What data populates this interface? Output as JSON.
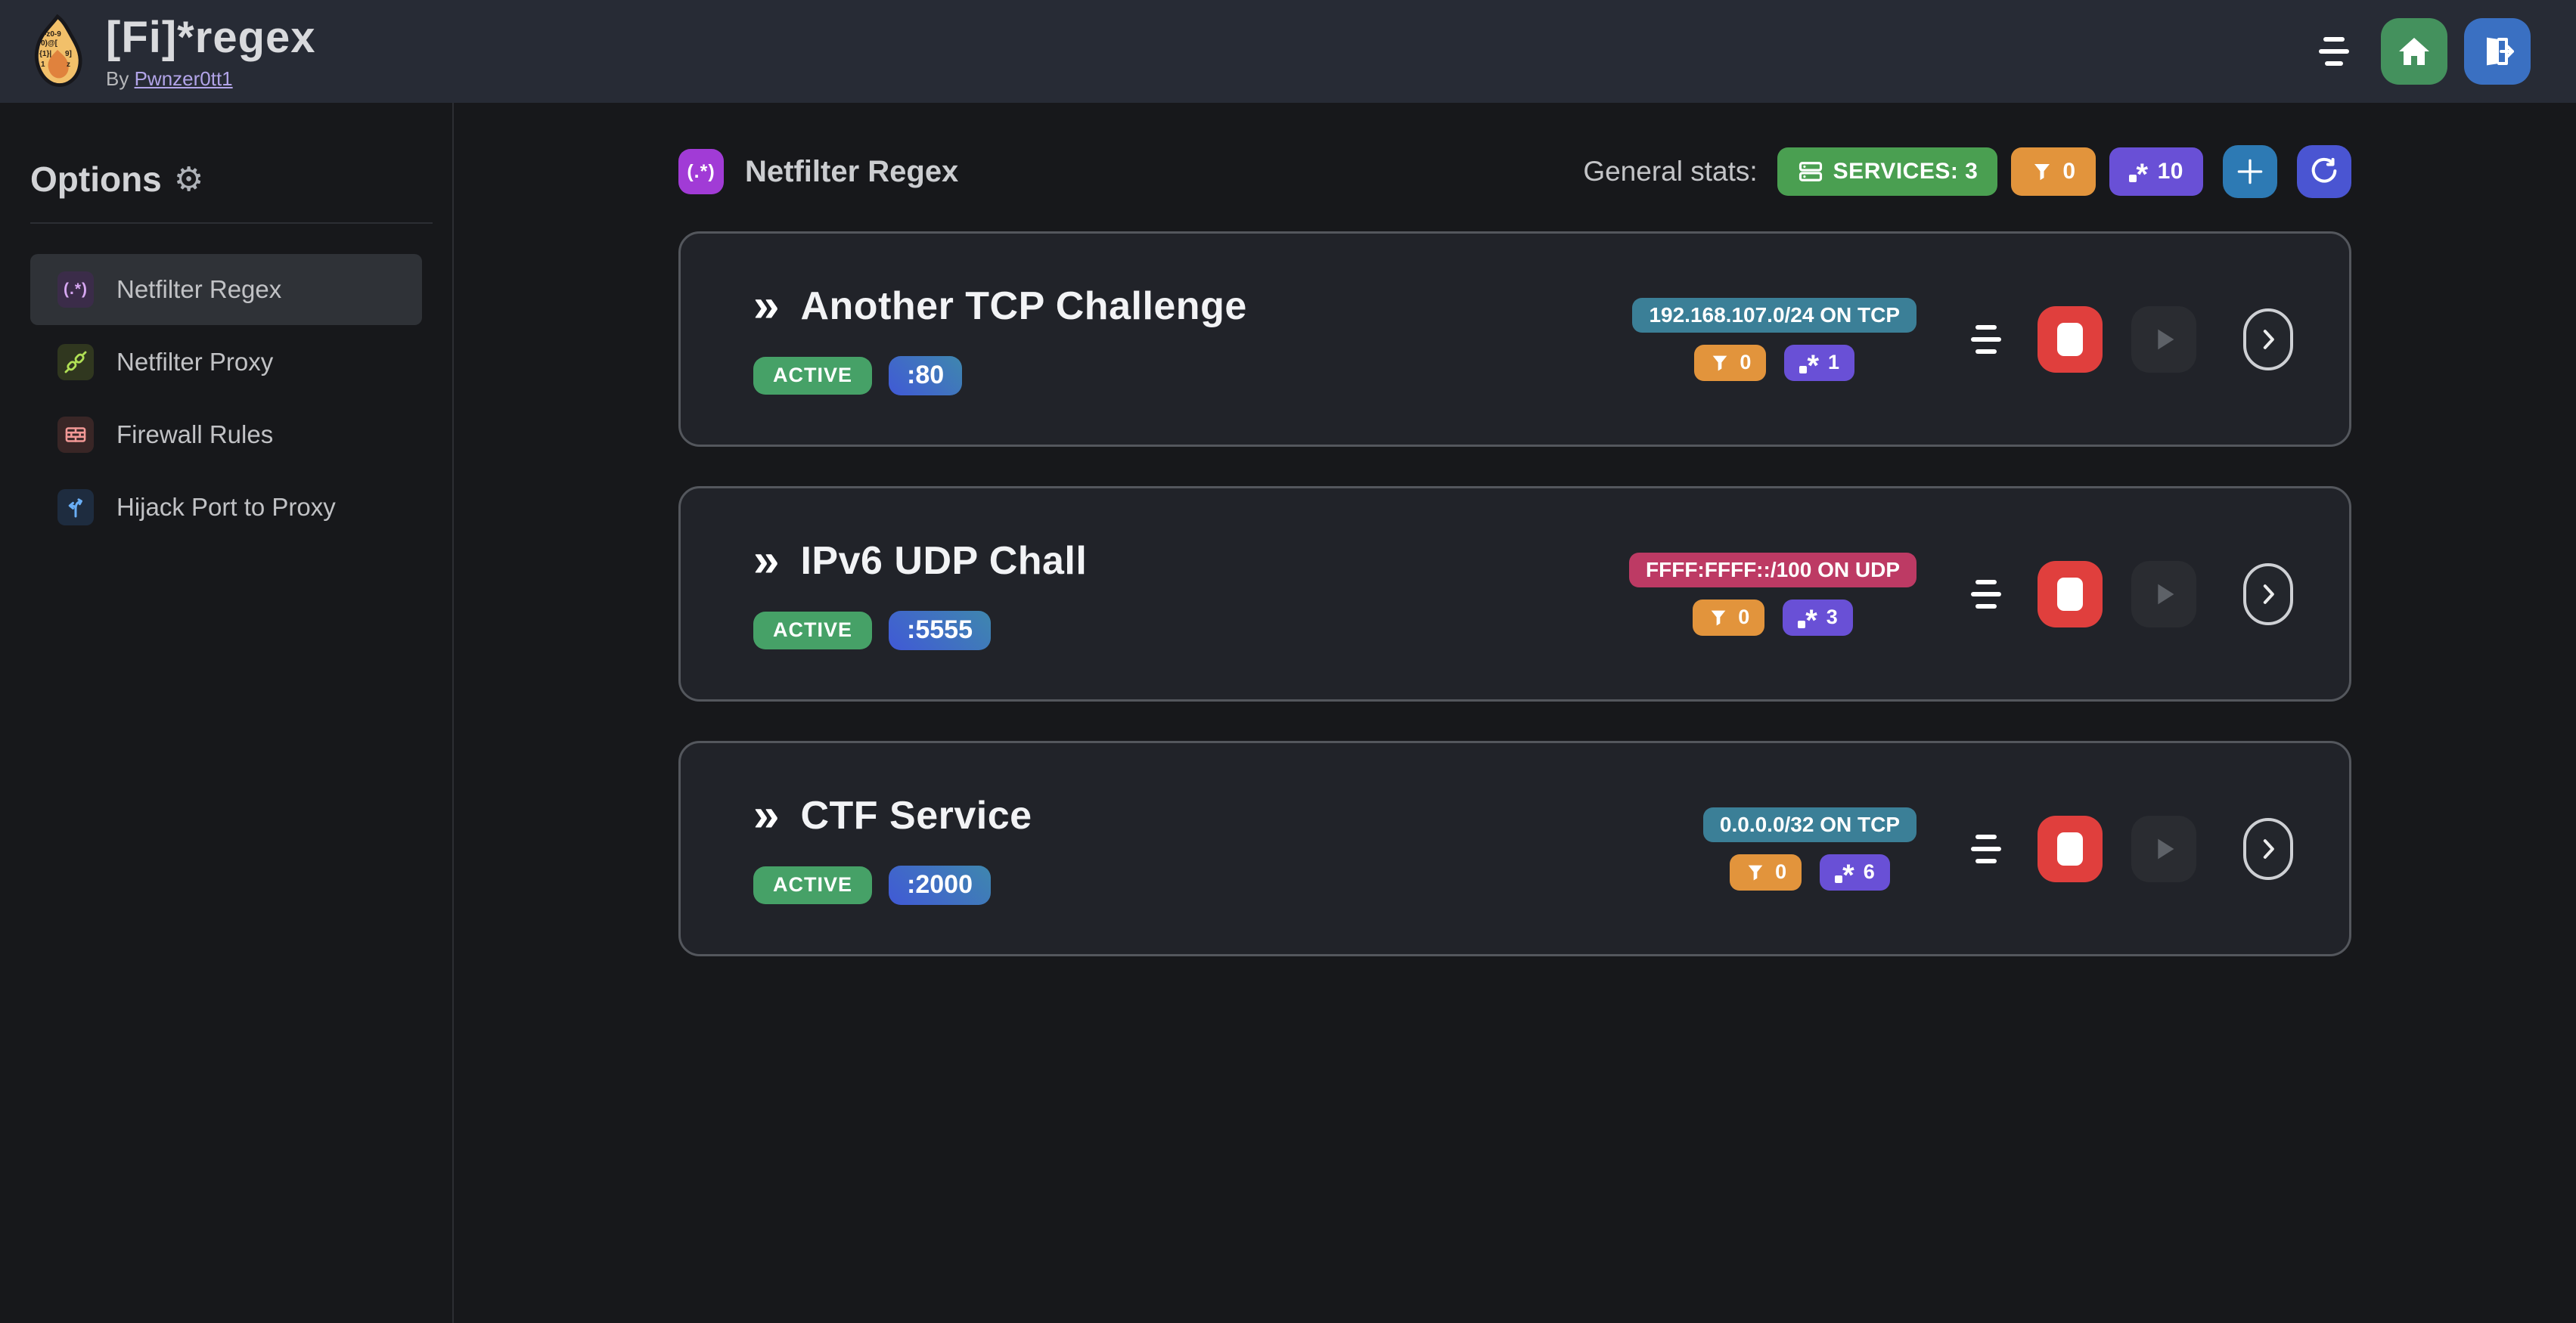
{
  "header": {
    "title": "[Fi]*regex",
    "by_label": "By",
    "author": "Pwnzer0tt1",
    "colors": {
      "home_button": "#44915d",
      "logout_button": "#3a70c2",
      "background": "#272b35"
    }
  },
  "sidebar": {
    "heading": "Options",
    "gear_icon": "⚙",
    "items": [
      {
        "label": "Netfilter Regex",
        "icon": "regex-icon",
        "icon_text": "(.*)",
        "active": true
      },
      {
        "label": "Netfilter Proxy",
        "icon": "plug-link-icon",
        "active": false
      },
      {
        "label": "Firewall Rules",
        "icon": "brick-wall-icon",
        "active": false
      },
      {
        "label": "Hijack Port to Proxy",
        "icon": "split-arrows-icon",
        "active": false
      }
    ]
  },
  "main": {
    "section": {
      "icon_text": "(.*)",
      "title": "Netfilter Regex"
    },
    "stats": {
      "label": "General stats:",
      "services": "SERVICES: 3",
      "filters": "0",
      "regexes": "10",
      "colors": {
        "services": "#4a9f51",
        "filters": "#e2943c",
        "regexes": "#6950d6",
        "add_button": "#2d7ab4",
        "refresh_button": "#4a55d2"
      }
    },
    "status_color": "#46a167",
    "port_gradient": "linear-gradient(45deg, #4059d6 0%, #3f87ae 100%)",
    "services": [
      {
        "name": "Another TCP Challenge",
        "status": "ACTIVE",
        "port": ":80",
        "cidr": "192.168.107.0/24 ON TCP",
        "cidr_color": "#3b7f97",
        "filters": "0",
        "regexes": "1"
      },
      {
        "name": "IPv6 UDP Chall",
        "status": "ACTIVE",
        "port": ":5555",
        "cidr": "FFFF:FFFF::/100 ON UDP",
        "cidr_color": "#bd3a64",
        "filters": "0",
        "regexes": "3"
      },
      {
        "name": "CTF Service",
        "status": "ACTIVE",
        "port": ":2000",
        "cidr": "0.0.0.0/32 ON TCP",
        "cidr_color": "#3b7f97",
        "filters": "0",
        "regexes": "6"
      }
    ],
    "buttons": {
      "stop_color": "#e03f3d",
      "play_disabled_bg": "#2a2c31"
    }
  }
}
